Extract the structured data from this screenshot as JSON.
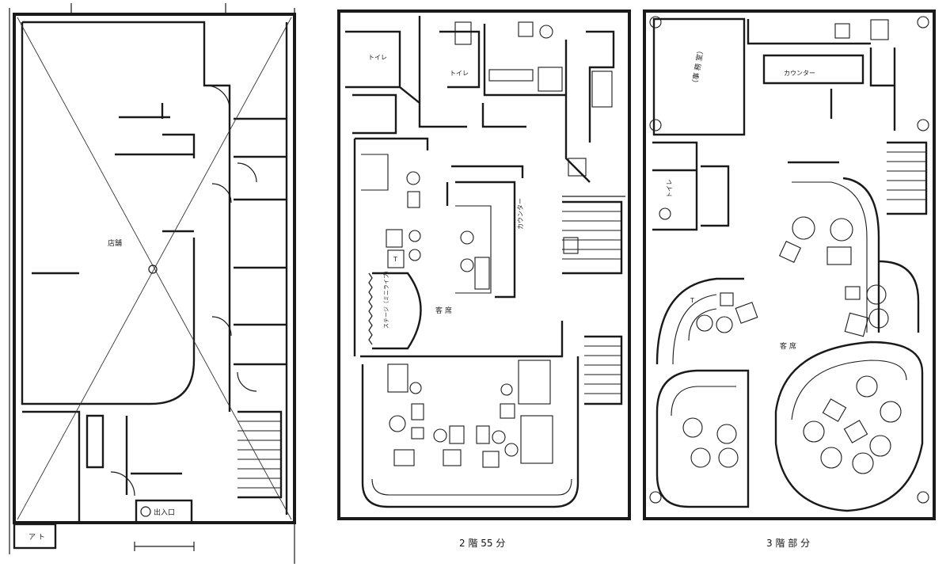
{
  "plans": {
    "floor1": {
      "room": "店舗",
      "entrance": "出入口",
      "corner_box": "ア ト"
    },
    "floor2": {
      "caption": "2 階 55 分",
      "room": "客 席",
      "toilet_a": "トイレ",
      "toilet_b": "トイレ",
      "counter": "カウンター",
      "stage": "ステージ（ミニライブ）",
      "table_mark": "T"
    },
    "floor3": {
      "caption": "3 階 部 分",
      "room": "客 席",
      "toilet": "トイレ",
      "office": "（事 務 室）",
      "counter": "カウンター",
      "table_mark": "T"
    }
  }
}
